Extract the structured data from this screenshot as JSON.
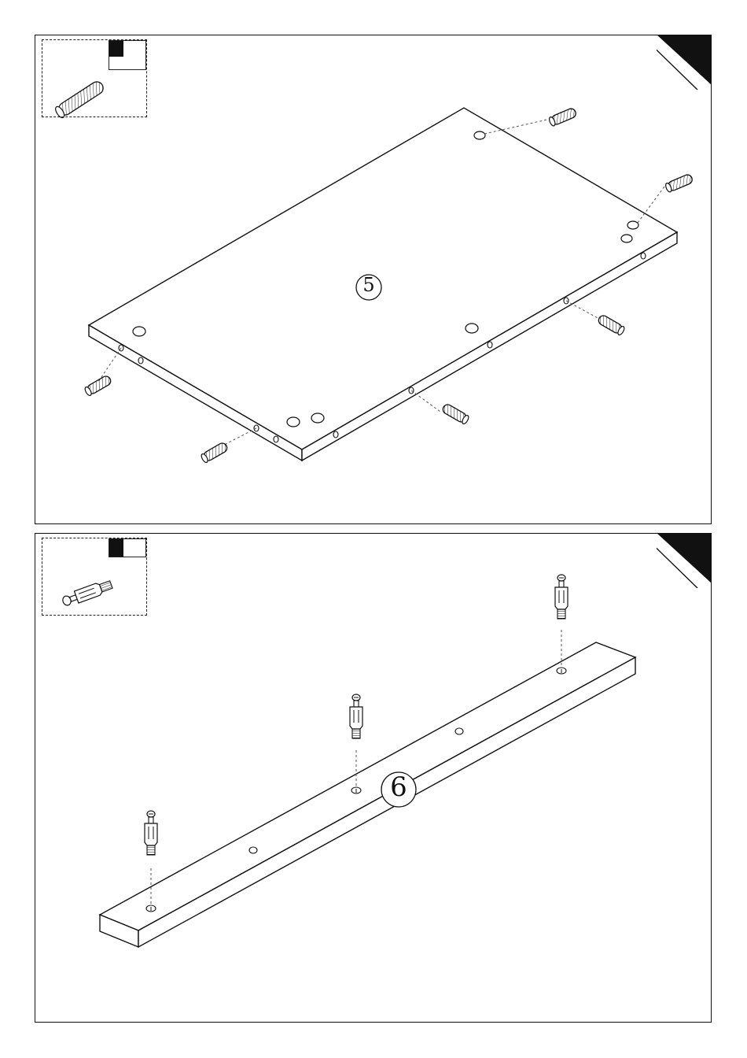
{
  "steps": [
    {
      "panel": "top",
      "part_number": "5",
      "hardware": "wooden-dowel",
      "hardware_count_marker": "filled"
    },
    {
      "panel": "bottom",
      "part_number": "6",
      "hardware": "cam-bolt",
      "hardware_count_marker": "filled"
    }
  ],
  "colors": {
    "line": "#111111",
    "background": "#ffffff",
    "corner": "#111111"
  }
}
